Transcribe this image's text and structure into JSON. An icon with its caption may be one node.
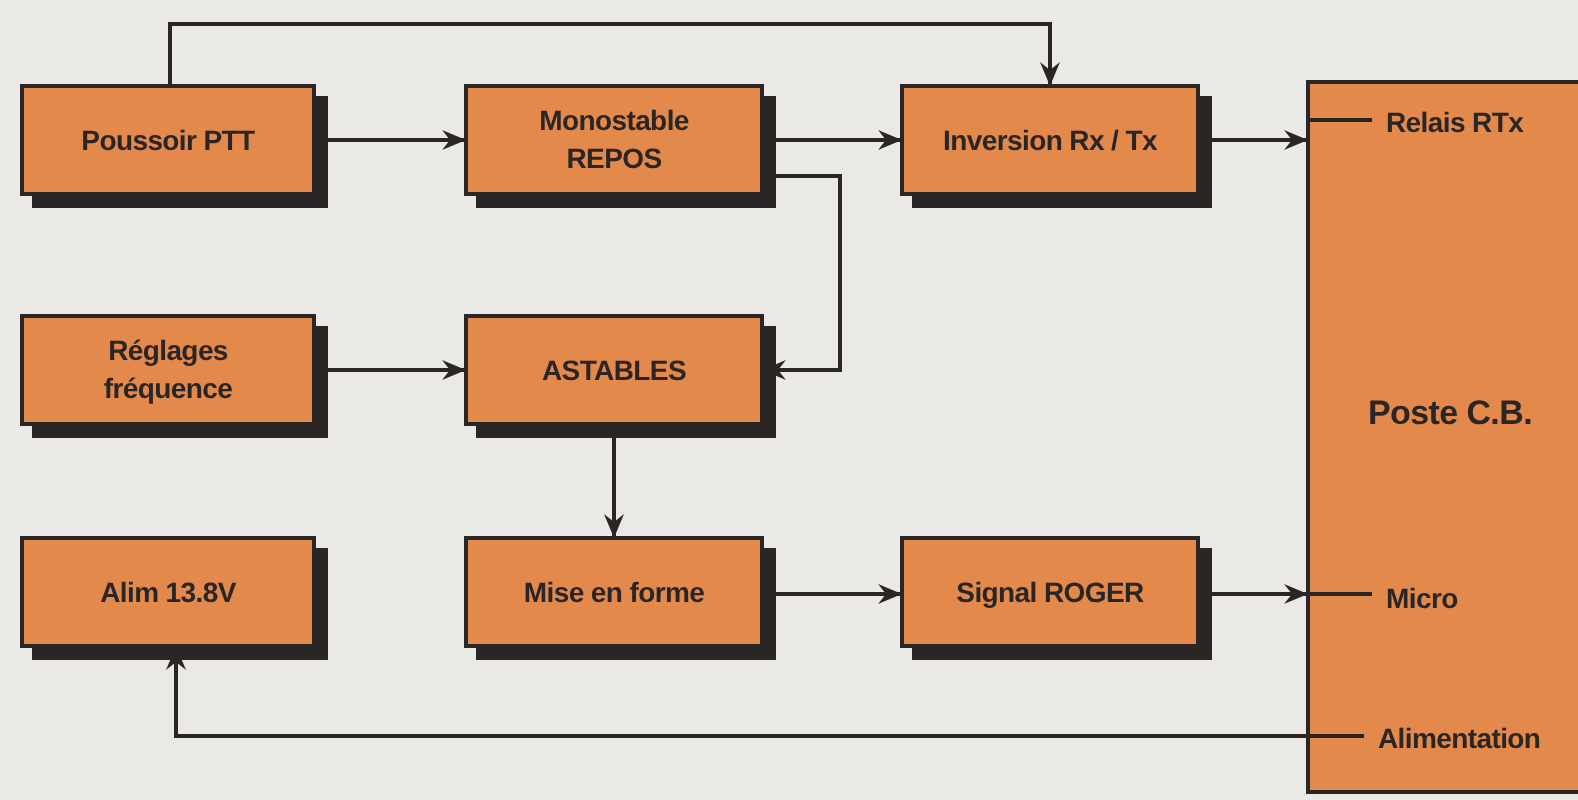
{
  "diagram": {
    "nodes": [
      {
        "text": [
          "Poussoir PTT"
        ]
      },
      {
        "text": [
          "Monostable REPOS"
        ]
      },
      {
        "text": [
          "Inversion Rx / Tx"
        ]
      },
      {
        "text": [
          "Relais RTx",
          "Poste C.B.",
          "Micro",
          "Alimentation"
        ]
      },
      {
        "text": [
          "Réglages fréquence"
        ]
      },
      {
        "text": [
          "ASTABLES"
        ]
      },
      {
        "text": [
          "Alim 13.8V"
        ]
      },
      {
        "text": [
          "Mise en forme"
        ]
      },
      {
        "text": [
          "Signal ROGER"
        ]
      }
    ],
    "edges": [
      {
        "from": 0,
        "to": 2,
        "arrow": "to"
      },
      {
        "from": 0,
        "to": 1,
        "arrow": "to"
      },
      {
        "from": 1,
        "to": 2,
        "arrow": "to"
      },
      {
        "from": 1,
        "to": 5,
        "arrow": "to"
      },
      {
        "from": 2,
        "to": 3,
        "arrow": "to"
      },
      {
        "from": 4,
        "to": 5,
        "arrow": "to"
      },
      {
        "from": 5,
        "to": 7,
        "arrow": "to"
      },
      {
        "from": 7,
        "to": 8,
        "arrow": "to"
      },
      {
        "from": 8,
        "to": 3,
        "arrow": "to"
      },
      {
        "from": 3,
        "to": 6,
        "arrow": "to"
      }
    ]
  }
}
